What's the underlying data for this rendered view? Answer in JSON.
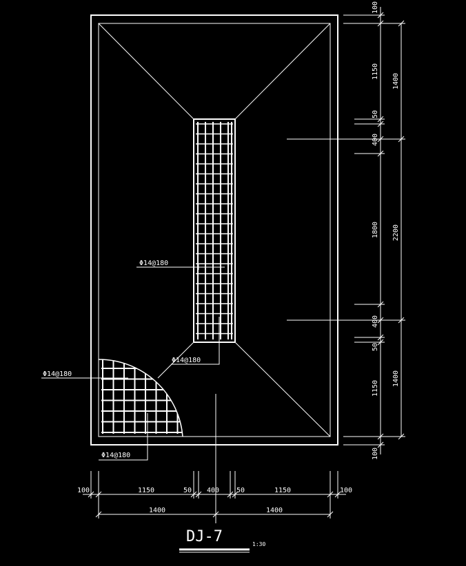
{
  "title": "DJ-7",
  "scale": "1:30",
  "rebar": {
    "column_vertical": "Φ14@180",
    "column_horizontal": "Φ14@180",
    "slab_left": "Φ14@180",
    "slab_bottom": "Φ14@180"
  },
  "dims_right_inner": [
    "100",
    "1150",
    "50",
    "400",
    "1800",
    "400",
    "50",
    "1150",
    "100"
  ],
  "dims_right_outer": [
    "1400",
    "2200",
    "1400"
  ],
  "dims_bottom_inner": [
    "100",
    "1150",
    "50",
    "400",
    "50",
    "1150",
    "100"
  ],
  "dims_bottom_outer": [
    "1400",
    "1400"
  ]
}
